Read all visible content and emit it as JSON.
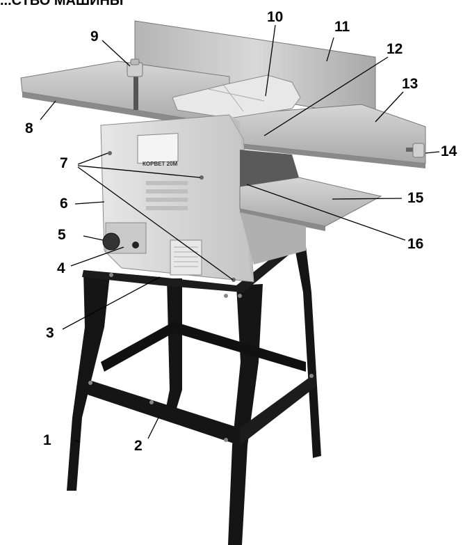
{
  "header": {
    "text": "...СТВО МАШИНЫ"
  },
  "machine": {
    "brand_label": "КОРВЕТ 20М"
  },
  "callouts": [
    {
      "id": "1",
      "label": "1"
    },
    {
      "id": "2",
      "label": "2"
    },
    {
      "id": "3",
      "label": "3"
    },
    {
      "id": "4",
      "label": "4"
    },
    {
      "id": "5",
      "label": "5"
    },
    {
      "id": "6",
      "label": "6"
    },
    {
      "id": "7",
      "label": "7"
    },
    {
      "id": "8",
      "label": "8"
    },
    {
      "id": "9",
      "label": "9"
    },
    {
      "id": "10",
      "label": "10"
    },
    {
      "id": "11",
      "label": "11"
    },
    {
      "id": "12",
      "label": "12"
    },
    {
      "id": "13",
      "label": "13"
    },
    {
      "id": "14",
      "label": "14"
    },
    {
      "id": "15",
      "label": "15"
    },
    {
      "id": "16",
      "label": "16"
    }
  ],
  "colors": {
    "stand": "#151515",
    "body": "#d9d9d9",
    "table": "#bdbdbd",
    "fence": "#c8c8c8",
    "knob": "#333333"
  }
}
